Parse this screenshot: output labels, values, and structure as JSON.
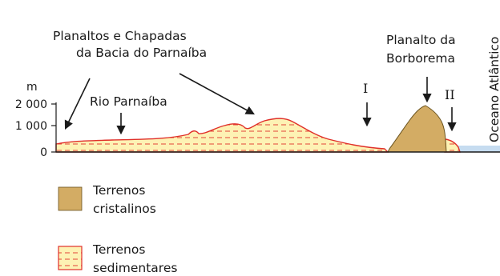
{
  "labels": {
    "plateaus_line1": "Planaltos e Chapadas",
    "plateaus_line2": "da Bacia do Parnaíba",
    "river": "Rio Parnaíba",
    "borborema_line1": "Planalto da",
    "borborema_line2": "Borborema",
    "ocean": "Oceano Atlântico",
    "marker_1": "I",
    "marker_2": "II"
  },
  "axis": {
    "unit": "m",
    "ticks": [
      "2 000",
      "1 000",
      "0"
    ]
  },
  "legend": [
    {
      "label_line1": "Terrenos",
      "label_line2": "cristalinos",
      "type": "crystalline"
    },
    {
      "label_line1": "Terrenos",
      "label_line2": "sedimentares",
      "type": "sedimentary"
    }
  ],
  "colors": {
    "crystalline": "#d3ac64",
    "sedimentary_fill": "#fdf2b4",
    "sedimentary_stroke": "#e0302a",
    "ocean": "#c6dcf0",
    "line": "#1a1a1a"
  },
  "icons": [
    "arrow-down-icon",
    "arrow-diagonal-icon"
  ]
}
